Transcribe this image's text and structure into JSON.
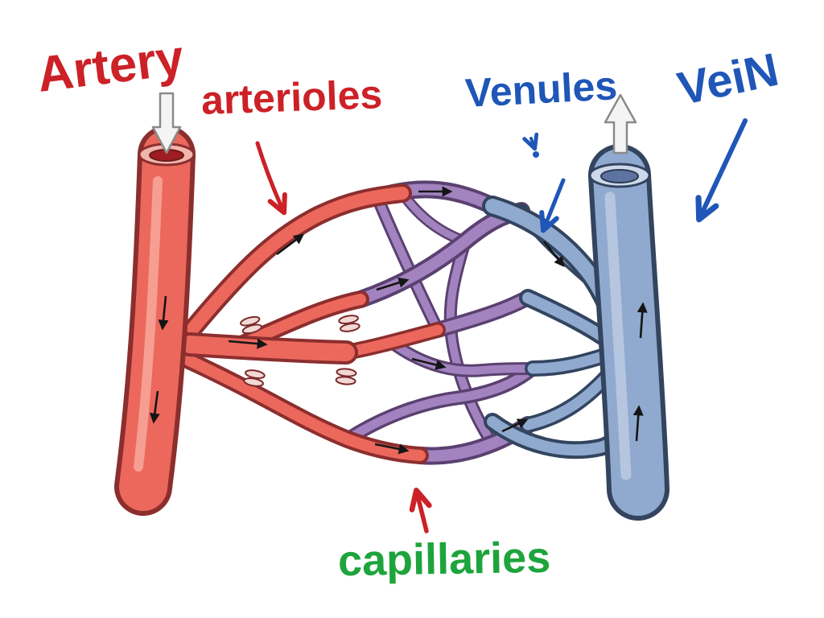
{
  "labels": {
    "artery": "Artery",
    "arterioles": "arterioles",
    "venules": "Venules",
    "vein": "VeiN",
    "capillaries": "capillaries"
  },
  "colors": {
    "label_red": "#cc2127",
    "label_blue": "#1f56b8",
    "label_green": "#1ea43c",
    "artery_fill": "#ec685c",
    "artery_outline": "#8c2e2e",
    "capillary_fill": "#a283bf",
    "capillary_outline": "#5a4170",
    "vein_fill": "#90a9ce",
    "vein_outline": "#33445f",
    "flow_arrow": "#151515",
    "white_arrow_fill": "#f4f4f4"
  },
  "annotations": {
    "arterioles_arrow": "red arrow pointing to arteriole branches",
    "venules_arrow": "blue arrow pointing to venule branches",
    "vein_arrow": "blue arrow pointing to vein",
    "capillaries_arrow": "red arrow pointing to capillary bed",
    "artery_flow_arrow": "white arrow entering artery",
    "vein_flow_arrow": "white arrow leaving vein"
  }
}
